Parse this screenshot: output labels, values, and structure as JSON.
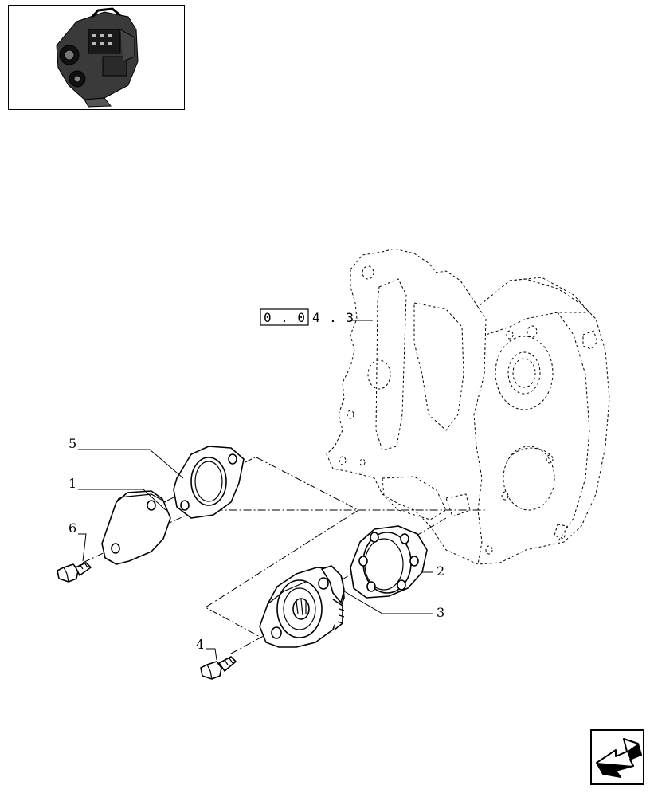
{
  "reference_box": {
    "boxed": "0 . 0",
    "suffix": "4 . 3"
  },
  "callouts": [
    {
      "number": "1",
      "part": "cover-plate"
    },
    {
      "number": "2",
      "part": "gasket-round"
    },
    {
      "number": "3",
      "part": "pump-flange-assembly"
    },
    {
      "number": "4",
      "part": "bolt-lower"
    },
    {
      "number": "5",
      "part": "gasket-upper"
    },
    {
      "number": "6",
      "part": "bolt-upper"
    }
  ],
  "icons": {
    "thumbnail": "engine-thumbnail-icon",
    "navigation": "next-page-arrow-icon"
  }
}
